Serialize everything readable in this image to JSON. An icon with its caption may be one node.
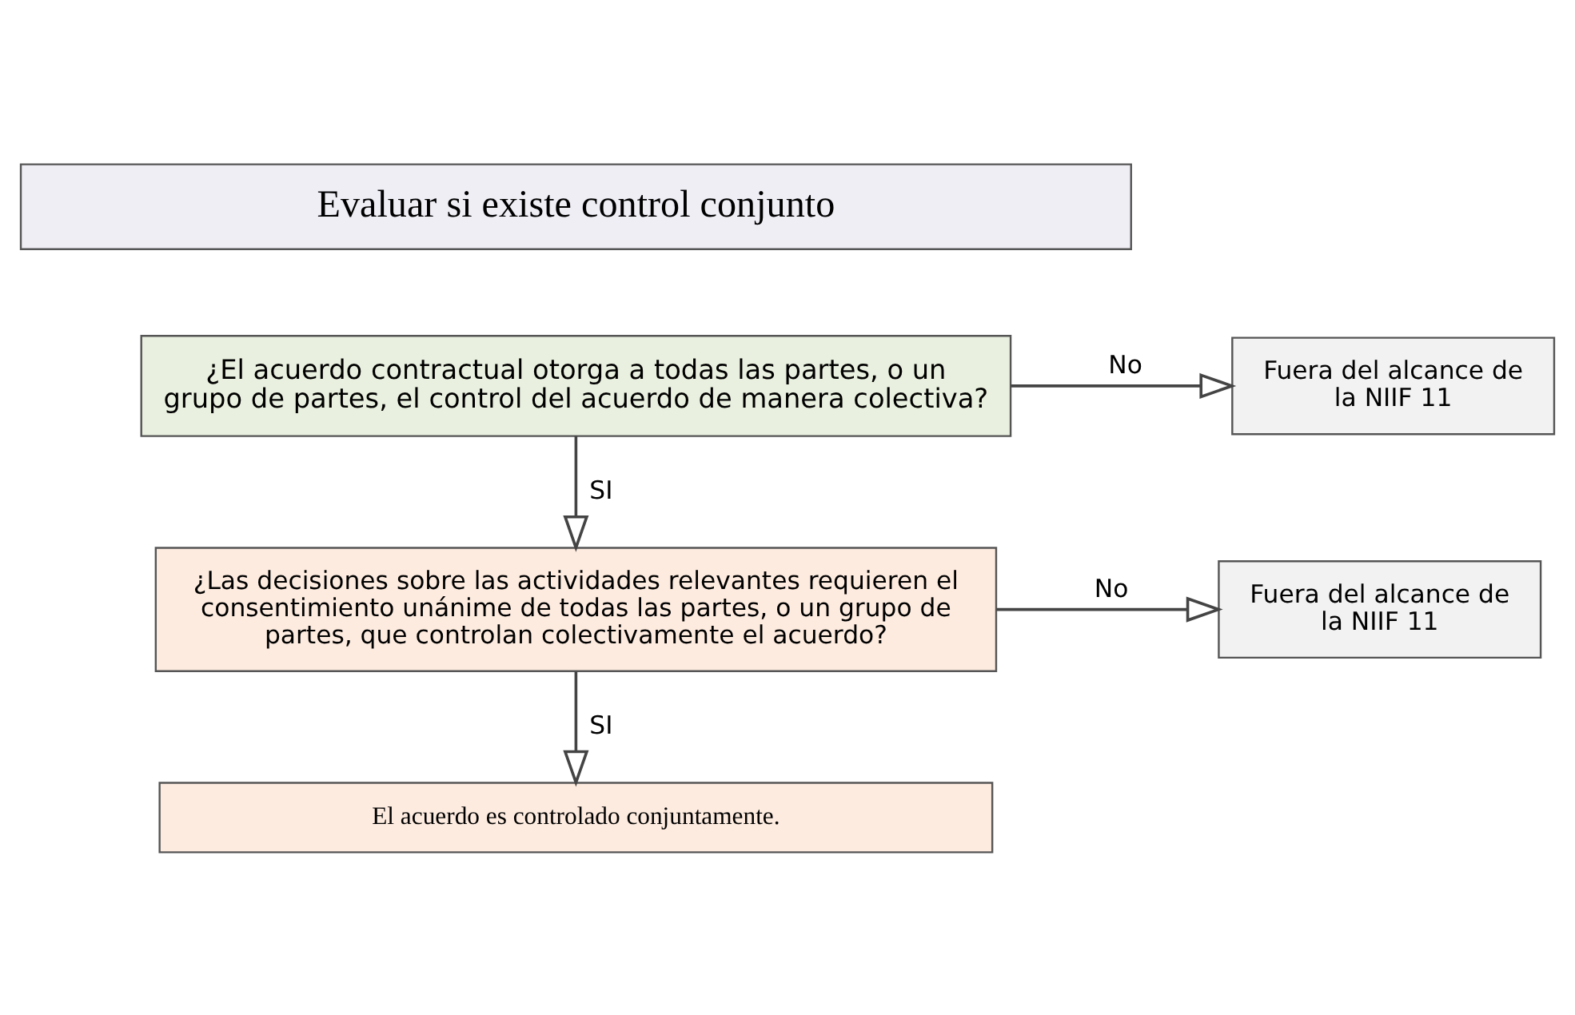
{
  "diagram": {
    "nodes": [
      {
        "text": [
          "Evaluar si existe control conjunto"
        ]
      },
      {
        "text": [
          "¿El acuerdo contractual otorga a todas las partes, o un grupo de partes, el control del acuerdo de manera colectiva?"
        ]
      },
      {
        "text": [
          "Fuera del alcance de la NIIF 11"
        ]
      },
      {
        "text": [
          "¿Las decisiones sobre las actividades relevantes requieren el consentimiento unánime de todas las partes, o un grupo de partes, que controlan colectivamente el acuerdo?"
        ]
      },
      {
        "text": [
          "Fuera del alcance de la NIIF 11"
        ]
      },
      {
        "text": [
          "El acuerdo es controlado conjuntamente."
        ]
      }
    ],
    "edges": [
      {
        "from": 1,
        "to": 2,
        "arrow": "to",
        "label": "No"
      },
      {
        "from": 1,
        "to": 3,
        "arrow": "to",
        "label": "SI"
      },
      {
        "from": 3,
        "to": 4,
        "arrow": "to",
        "label": "No"
      },
      {
        "from": 3,
        "to": 5,
        "arrow": "to",
        "label": "SI"
      }
    ]
  }
}
